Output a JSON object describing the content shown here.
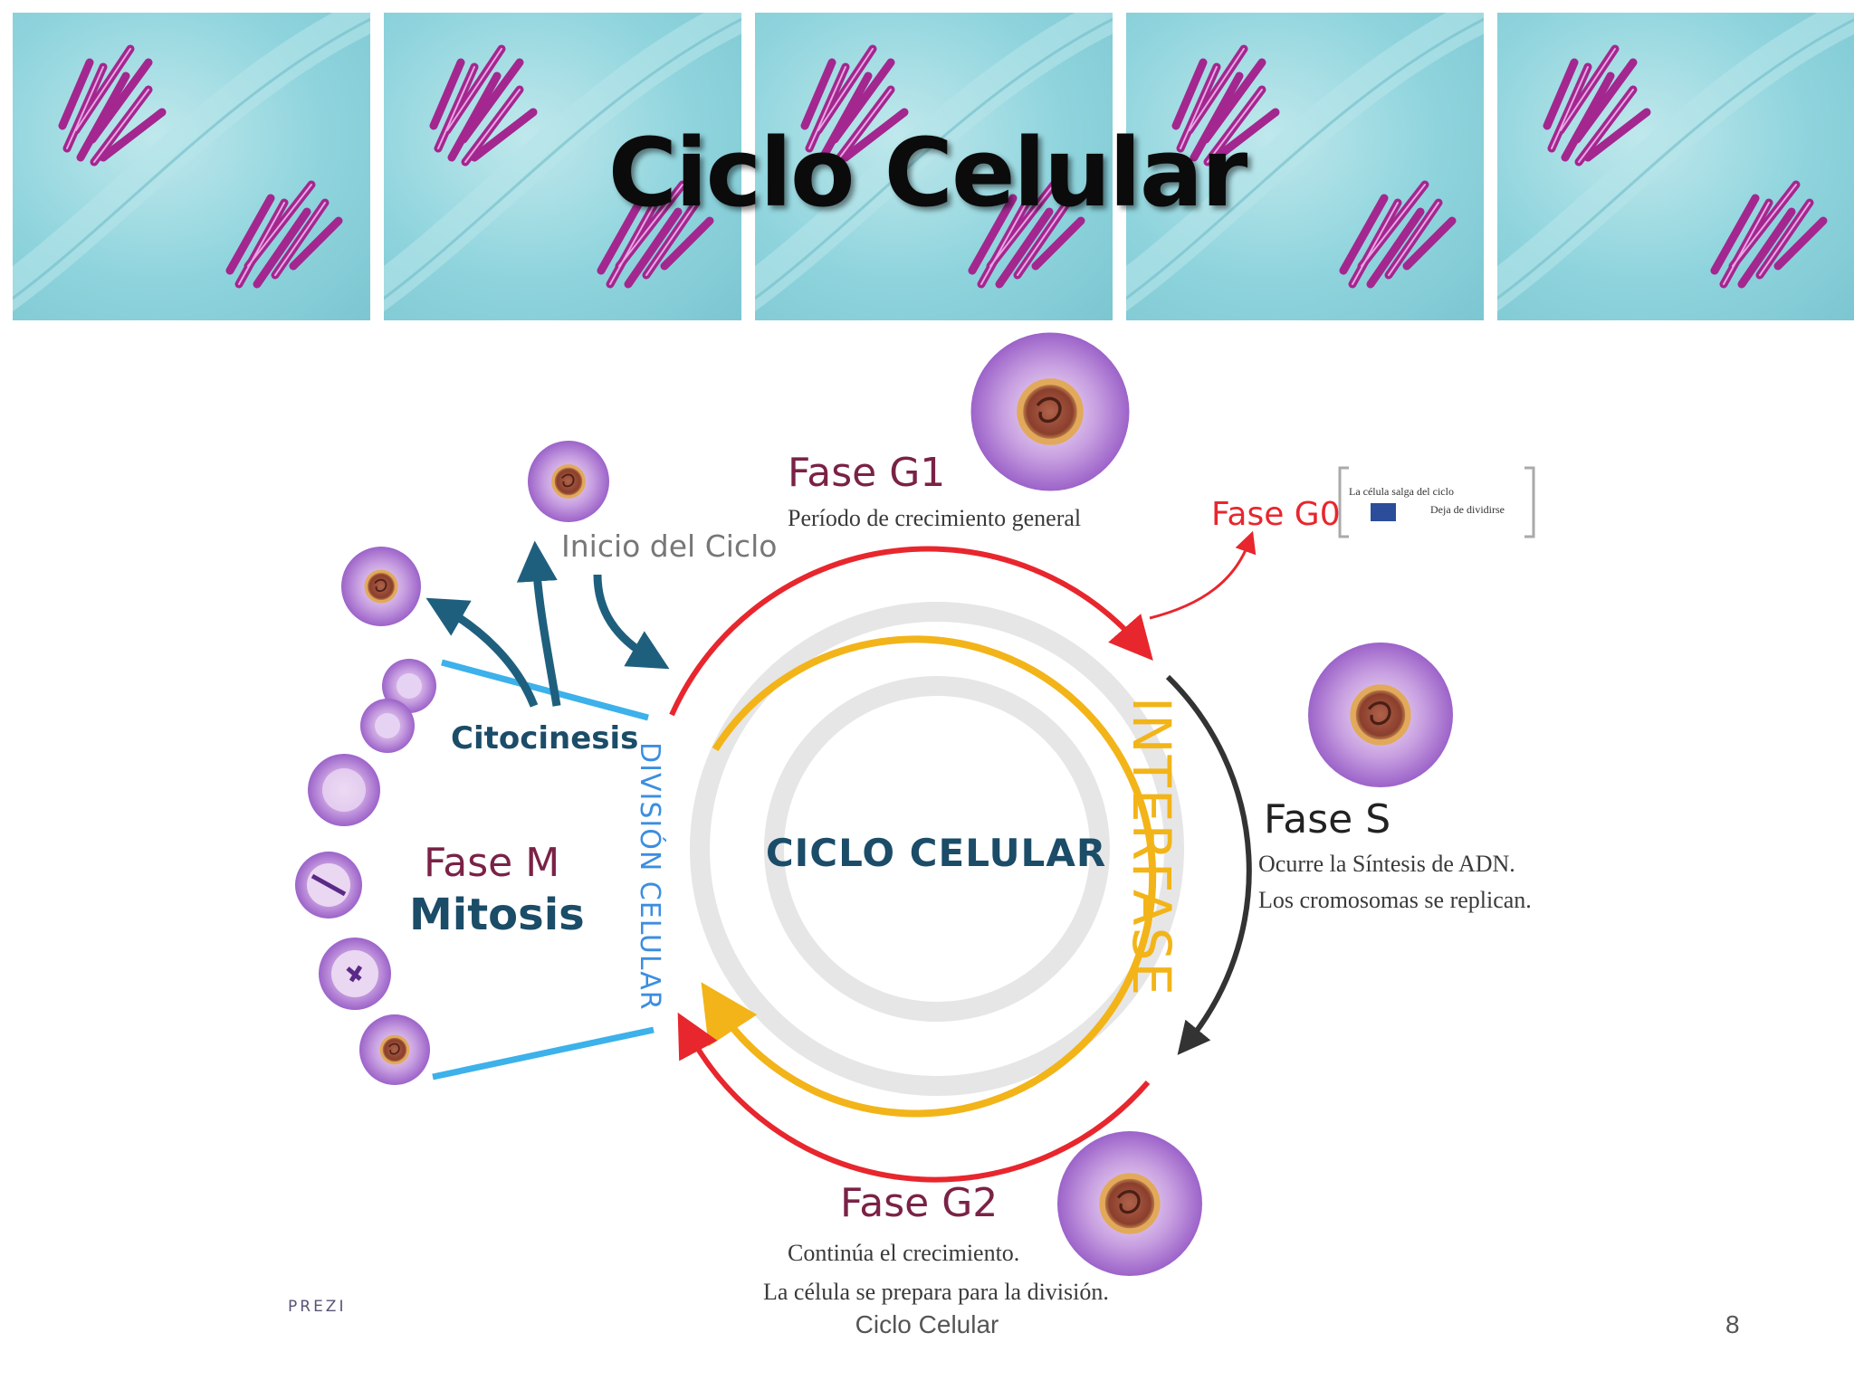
{
  "title": "Ciclo Celular",
  "center_label": "CICLO CELULAR",
  "phases": {
    "g1": {
      "title": "Fase G1",
      "desc": "Período de crecimiento general"
    },
    "g0": {
      "title": "Fase G0",
      "note_line1": "La célula salga del ciclo",
      "note_line2": "Deja de dividirse"
    },
    "s": {
      "title": "Fase S",
      "desc1": "Ocurre la Síntesis de ADN.",
      "desc2": "Los cromosomas se replican."
    },
    "g2": {
      "title": "Fase G2",
      "desc1": "Continúa el crecimiento.",
      "desc2": "La célula se prepara para la división."
    },
    "m": {
      "title": "Fase M",
      "subtitle": "Mitosis"
    }
  },
  "labels": {
    "inicio": "Inicio del Ciclo",
    "citocinesis": "Citocinesis",
    "division": "DIVISIÓN CELULAR",
    "interfase": "INTERFASE",
    "prezi": "PREZI"
  },
  "footer": {
    "center": "Ciclo Celular",
    "page": "8"
  },
  "colors": {
    "g1_arrow": "#e8262d",
    "interfase": "#f2b418",
    "division_lines": "#3cb1ea",
    "dark_arrows": "#1f5f7e",
    "phase_title": "#7a2246",
    "center_text": "#1b4c68"
  },
  "icons": [
    "cell-illustration",
    "arrow-icon"
  ]
}
